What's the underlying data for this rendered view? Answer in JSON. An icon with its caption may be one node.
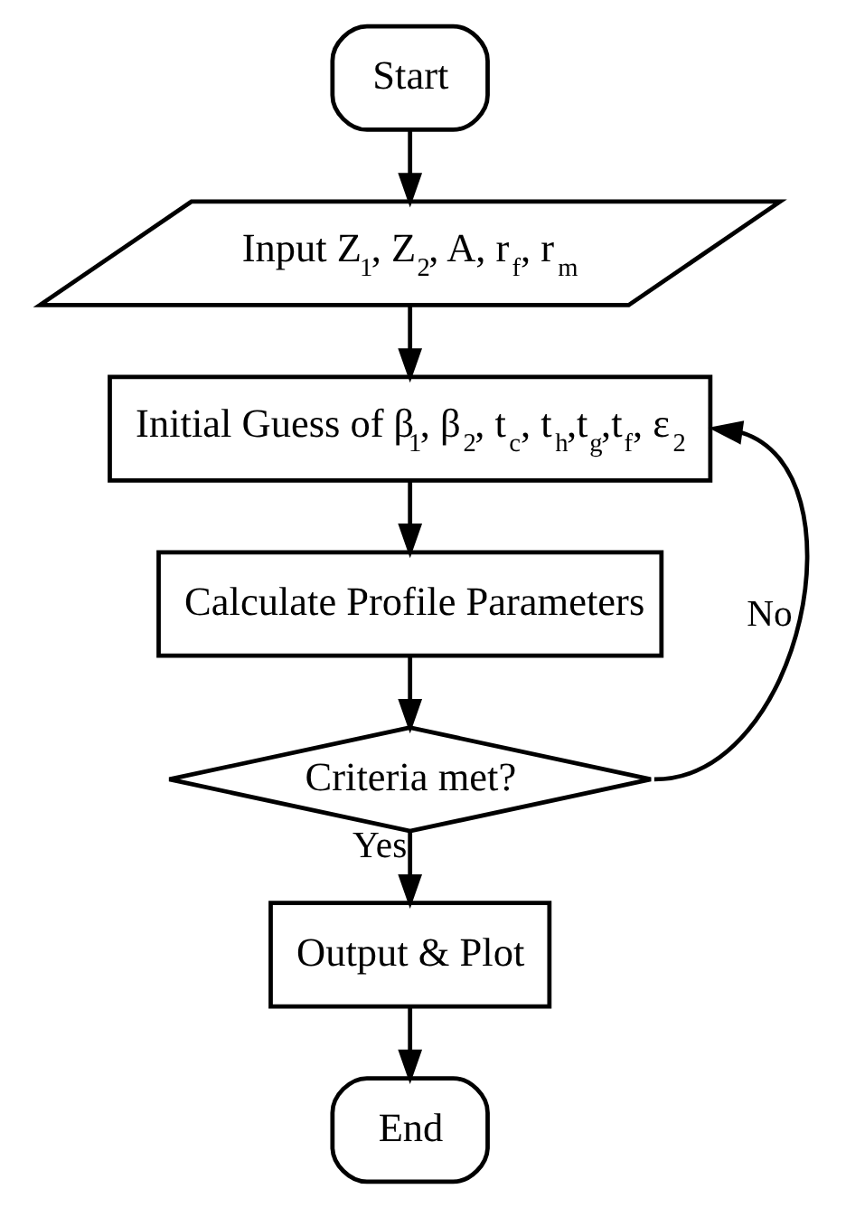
{
  "diagram": {
    "nodes": [
      {
        "text": [
          "Start"
        ]
      },
      {
        "text": [
          "Input Z$_{1}$, Z$_{2}$, A, r$_{f}$, r$_{m}$"
        ]
      },
      {
        "text": [
          "Initial Guess of β$_{1}$, β$_{2}$, t$_{c}$, t$_{h}$,t$_{g}$,t$_{f}$, ε$_{2}$"
        ]
      },
      {
        "text": [
          "Calculate Profile Parameters"
        ]
      },
      {
        "text": [
          "Criteria met?"
        ]
      },
      {
        "text": [
          "Output & Plot"
        ]
      },
      {
        "text": [
          "End"
        ]
      }
    ],
    "edges": [
      {
        "from": 0,
        "to": 1,
        "arrow": "to"
      },
      {
        "from": 1,
        "to": 2,
        "arrow": "to"
      },
      {
        "from": 2,
        "to": 3,
        "arrow": "to"
      },
      {
        "from": 3,
        "to": 4,
        "arrow": "to"
      },
      {
        "from": 4,
        "to": 2,
        "arrow": "to",
        "label": "No"
      },
      {
        "from": 4,
        "to": 5,
        "arrow": "to",
        "label": "Yes"
      },
      {
        "from": 5,
        "to": 6,
        "arrow": "to"
      }
    ]
  }
}
